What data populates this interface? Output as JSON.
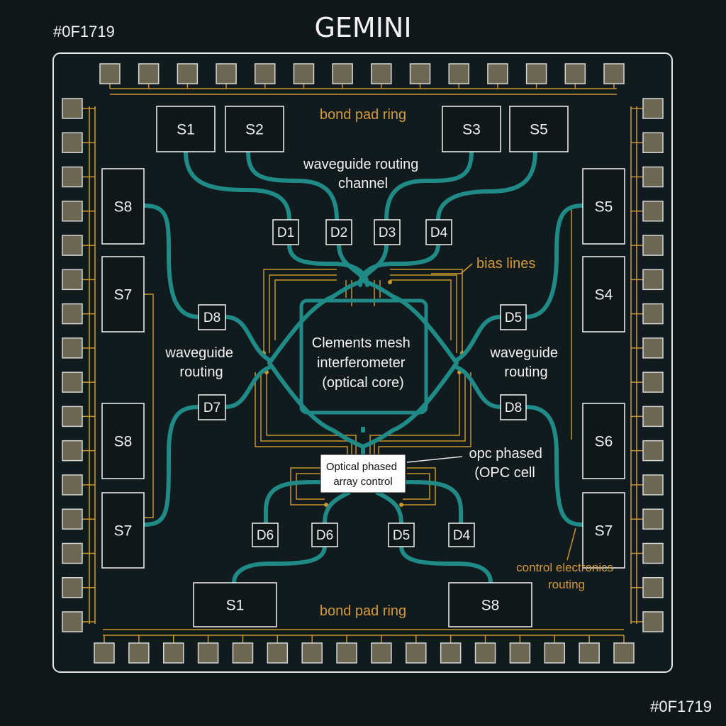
{
  "page": {
    "title": "GEMINI",
    "corner_top_left": "#0F1719",
    "corner_bottom_right": "#0F1719"
  },
  "colors": {
    "background": "#0F1719",
    "chip_border": "#e6e6e6",
    "waveguide": "#1f8a86",
    "bias_line": "#c8952e",
    "label_orange": "#d39a3a",
    "label_white": "#f2f2f2",
    "pad_fill": "#6b6752",
    "pad_stroke": "#d6d6d6"
  },
  "labels": {
    "bond_pad_ring_top": "bond pad ring",
    "bond_pad_ring_bottom": "bond pad ring",
    "waveguide_routing_channel": [
      "waveguide routing",
      "channel"
    ],
    "bias_lines": "bias lines",
    "waveguide_routing_left": [
      "waveguide",
      "routing"
    ],
    "waveguide_routing_right": [
      "waveguide",
      "routing"
    ],
    "mesh_core": [
      "Clements mesh",
      "interferometer",
      "(optical core)"
    ],
    "opa_control": [
      "Optical phased",
      "array control"
    ],
    "opc_cell": [
      "opc phased",
      "(OPC cell"
    ],
    "control_electronics": [
      "control electronics",
      "routing"
    ]
  },
  "sources": {
    "top": [
      "S1",
      "S2",
      "S3",
      "S5"
    ],
    "left": [
      "S8",
      "S7",
      "S8",
      "S7"
    ],
    "right": [
      "S5",
      "S4",
      "S6",
      "S7"
    ],
    "bottom": [
      "S1",
      "S8"
    ]
  },
  "detectors": {
    "top": [
      "D1",
      "D2",
      "D3",
      "D4"
    ],
    "left": [
      "D8",
      "D7"
    ],
    "right": [
      "D5",
      "D8"
    ],
    "bottom": [
      "D6",
      "D6",
      "D5",
      "D4"
    ]
  },
  "bond_pads": {
    "top_count": 14,
    "bottom_count": 16,
    "left_count": 16,
    "right_count": 16
  }
}
